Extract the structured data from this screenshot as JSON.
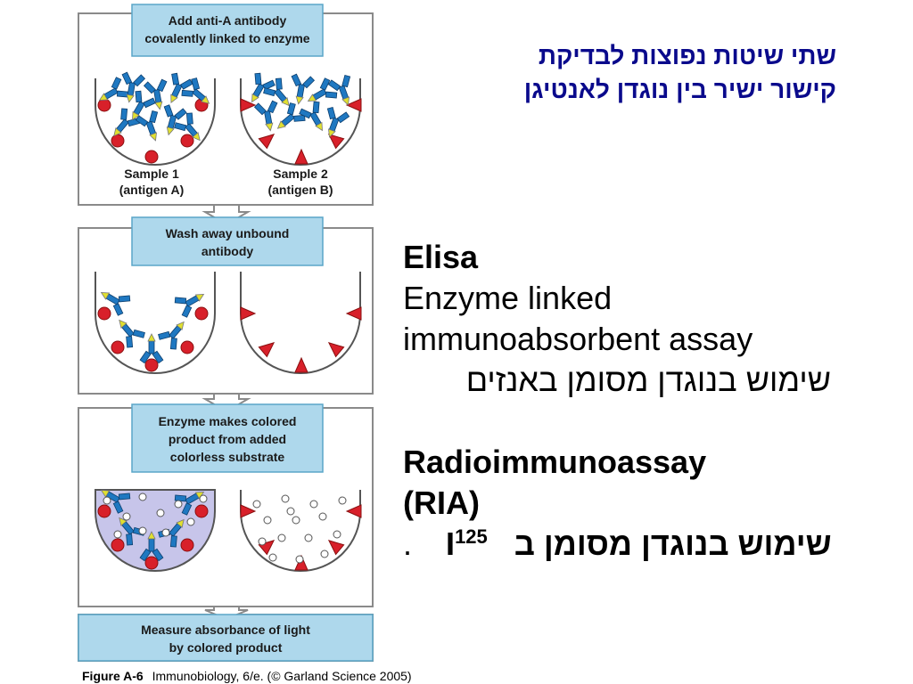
{
  "diagram": {
    "steps": [
      [
        "Add anti-A antibody",
        "covalently linked to enzyme"
      ],
      [
        "Wash away unbound",
        "antibody"
      ],
      [
        "Enzyme makes colored",
        "product from added",
        "colorless substrate"
      ],
      [
        "Measure absorbance of light",
        "by colored product"
      ]
    ],
    "samples": {
      "sample1_line1": "Sample 1",
      "sample1_line2": "(antigen A)",
      "sample2_line1": "Sample 2",
      "sample2_line2": "(antigen B)"
    },
    "caption_bold": "Figure A-6",
    "caption_rest": "Immunobiology, 6/e. (© Garland Science 2005)",
    "colors": {
      "box_fill": "#aed8ec",
      "antigen_red": "#d8202a",
      "antibody_blue": "#1f78c1",
      "enzyme_yellow": "#e0e030",
      "colored_product": "#c7c5ea"
    }
  },
  "title": {
    "line1": "שתי שיטות נפוצות לבדיקת",
    "line2": "קישור ישיר בין נוגדן לאנטיגן"
  },
  "elisa": {
    "heading": "Elisa",
    "line1": "Enzyme linked",
    "line2": "immunoabsorbent assay",
    "hebrew": "שימוש בנוגדן מסומן באנזים"
  },
  "ria": {
    "heading1": "Radioimmunoassay",
    "heading2": "(RIA)",
    "hebrew_text": "שימוש בנוגדן מסומן ב",
    "isotope_symbol": "I",
    "isotope_mass": "125",
    "trailing_dot": "."
  }
}
